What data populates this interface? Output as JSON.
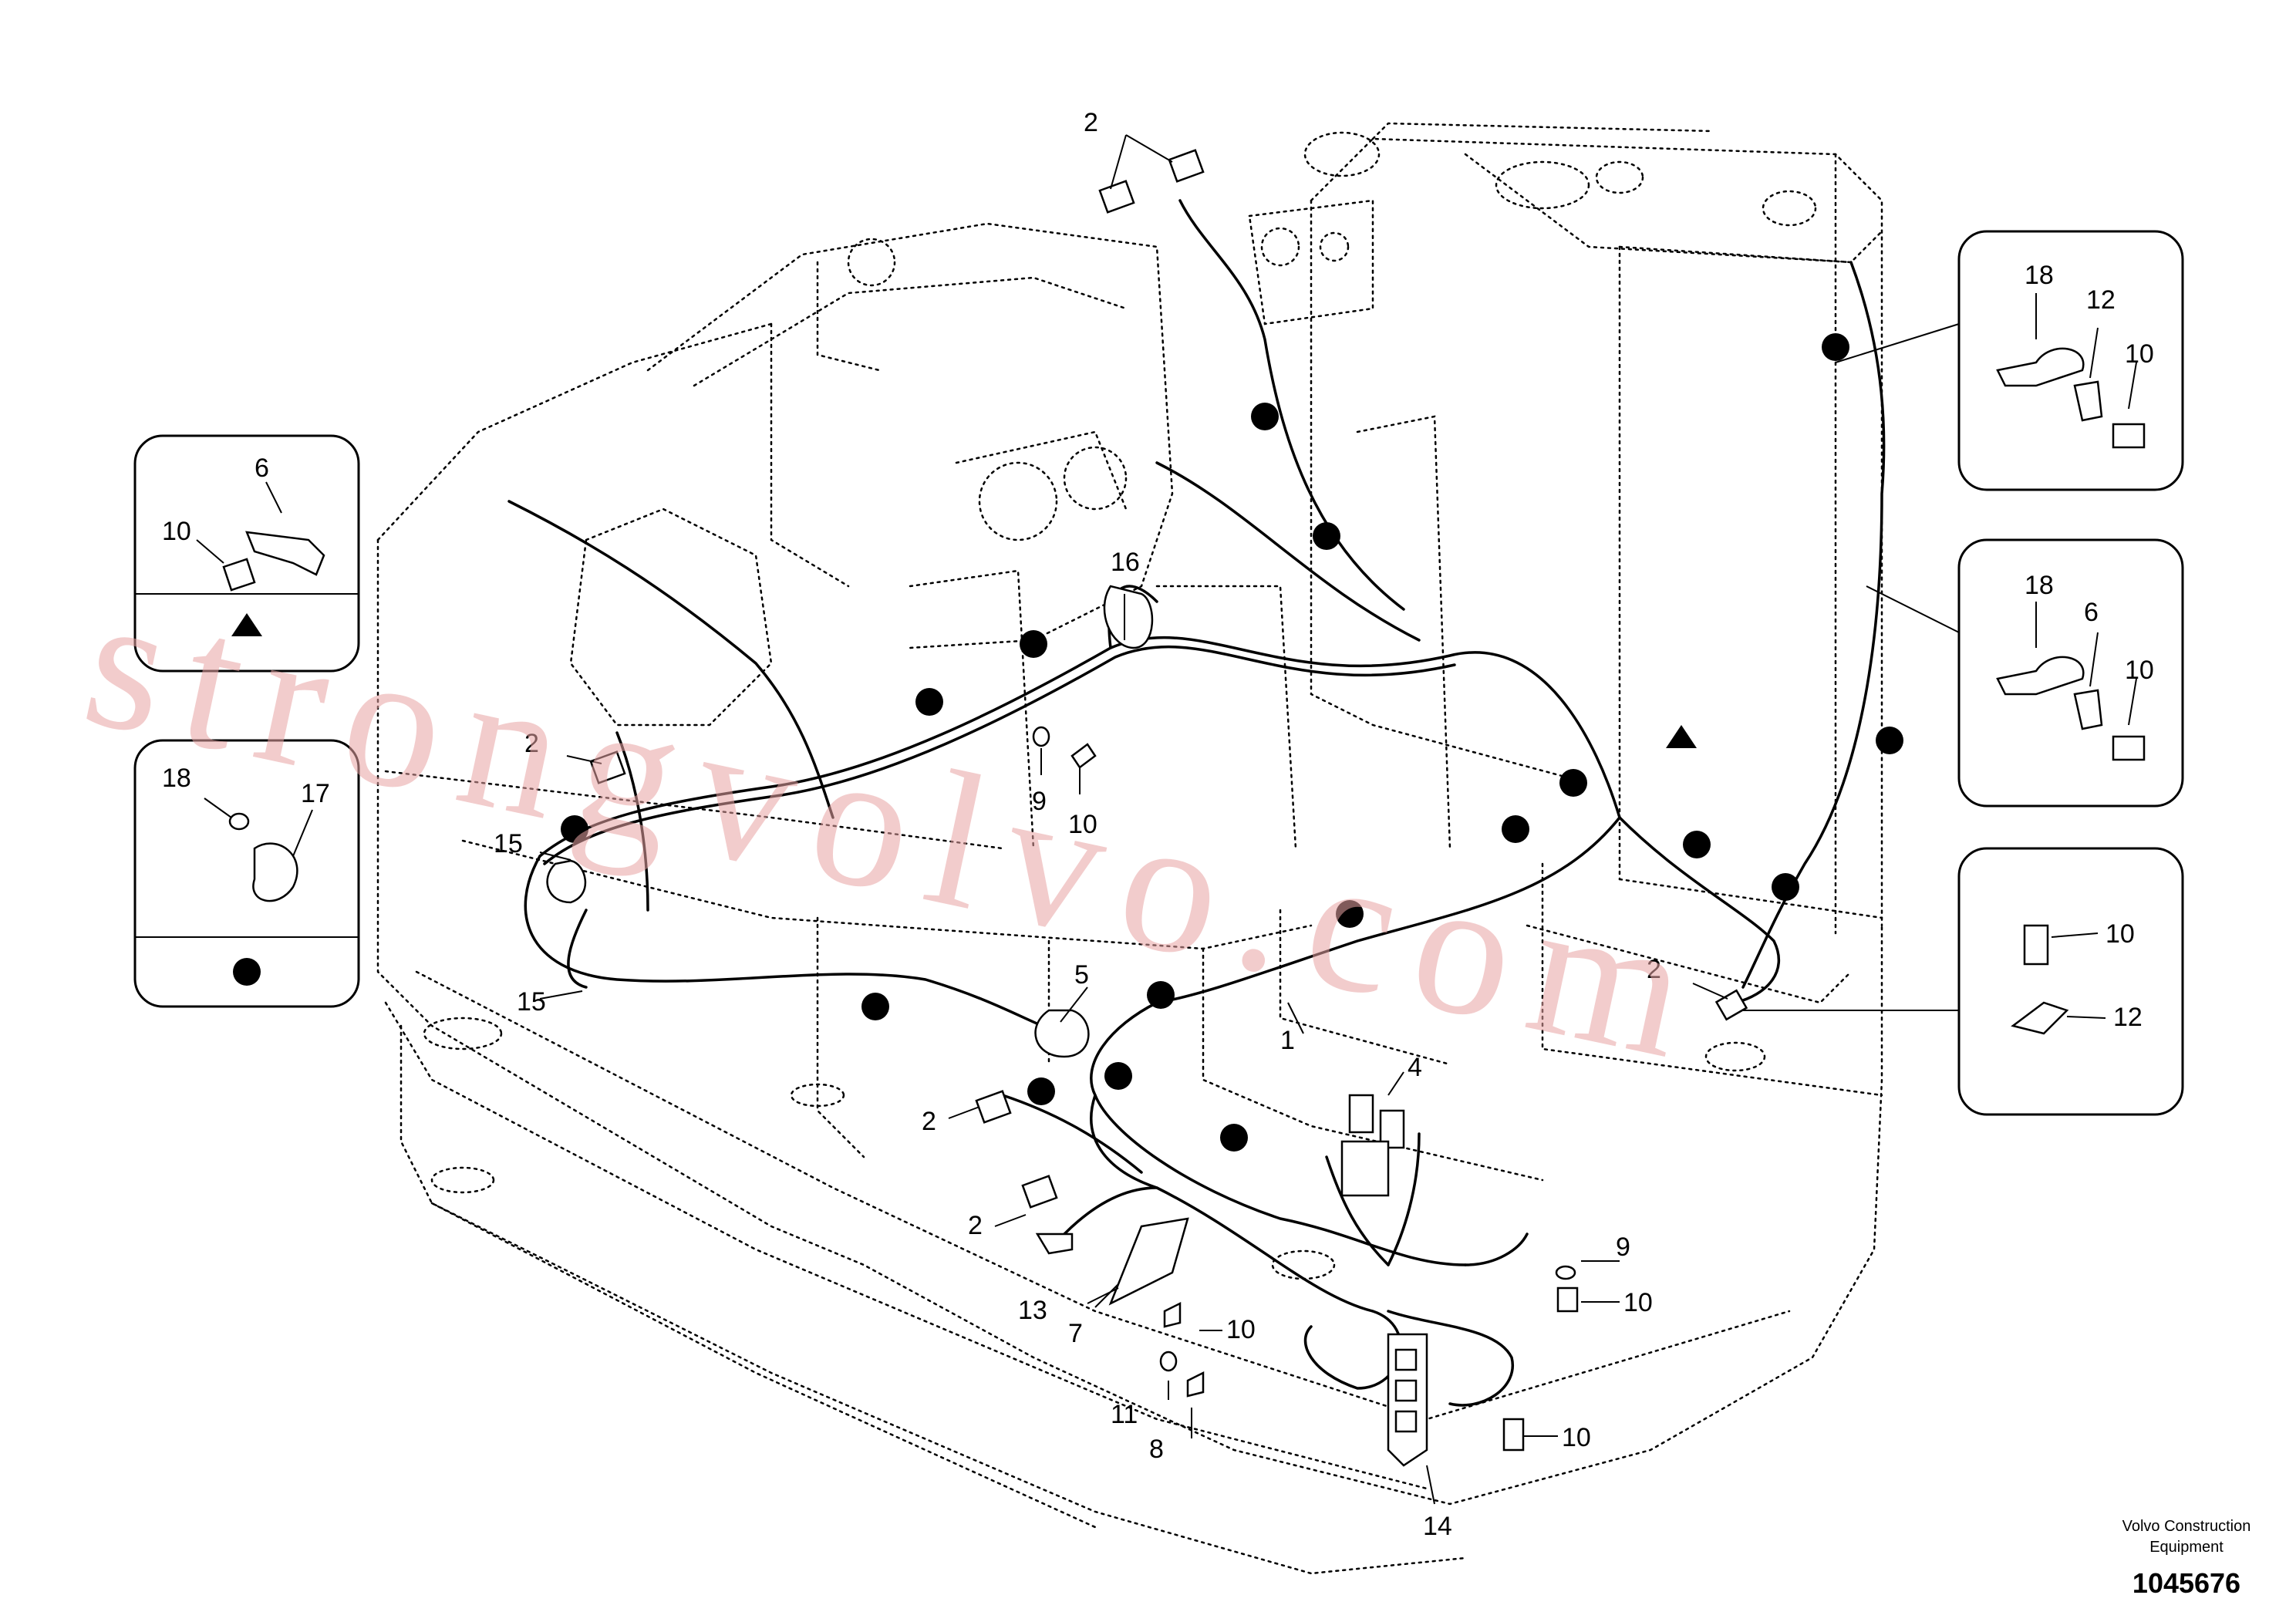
{
  "watermark": "strongvolvo.com",
  "footer": {
    "brand_line1": "Volvo Construction",
    "brand_line2": "Equipment",
    "doc_number": "1045676"
  },
  "legend_boxes": [
    {
      "id": "triangle-kit",
      "labels": [
        "6",
        "10"
      ],
      "symbol": "triangle"
    },
    {
      "id": "bullet-kit",
      "labels": [
        "18",
        "17"
      ],
      "symbol": "circle"
    },
    {
      "id": "kit-a",
      "labels": [
        "18",
        "12",
        "10"
      ]
    },
    {
      "id": "kit-b",
      "labels": [
        "18",
        "6",
        "10"
      ]
    },
    {
      "id": "kit-c",
      "labels": [
        "10",
        "12"
      ]
    }
  ],
  "part_labels": {
    "l2_top": "2",
    "l16": "16",
    "l2_left": "2",
    "l9_mid": "9",
    "l10_mid": "10",
    "l15_a": "15",
    "l15_b": "15",
    "l5": "5",
    "l1": "1",
    "l4": "4",
    "l2_right": "2",
    "l2_bl1": "2",
    "l2_bl2": "2",
    "l13": "13",
    "l7": "7",
    "l10_b1": "10",
    "l11": "11",
    "l8": "8",
    "l9_r": "9",
    "l10_r": "10",
    "l14": "14",
    "l10_b2": "10",
    "lb6": "6",
    "lb10": "10",
    "lc18": "18",
    "lc17": "17",
    "la18": "18",
    "la12": "12",
    "la10": "10",
    "ld18": "18",
    "ld6": "6",
    "ld10": "10",
    "le10": "10",
    "le12": "12"
  }
}
